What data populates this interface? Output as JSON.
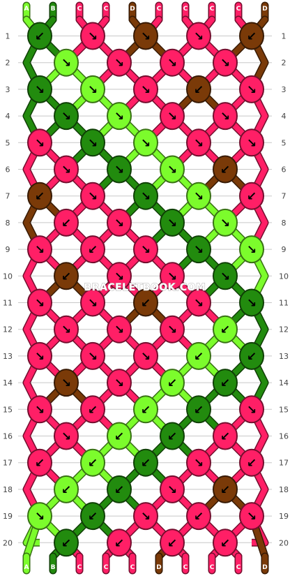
{
  "watermark": "BRACELETBOOK.COM",
  "colors": {
    "A": "#7cfc2c",
    "B": "#228b0e",
    "C": "#ff1f66",
    "D": "#7a3a08"
  },
  "strands": [
    "A",
    "B",
    "C",
    "C",
    "D",
    "C",
    "C",
    "C",
    "C",
    "D"
  ],
  "row_labels": [
    "1",
    "2",
    "3",
    "4",
    "5",
    "6",
    "7",
    "8",
    "9",
    "10",
    "11",
    "12",
    "13",
    "14",
    "15",
    "16",
    "17",
    "18",
    "19",
    "20"
  ],
  "knots": [
    [
      "B:↙",
      "C:↘",
      "D:↘",
      "C:↘",
      "D:↙"
    ],
    [
      "A:↘",
      "C:↘",
      "C:↘",
      "C:↘"
    ],
    [
      "B:↘",
      "A:↘",
      "C:↘",
      "D:↙",
      "C:↘"
    ],
    [
      "B:↘",
      "A:↘",
      "C:↘",
      "C:↘"
    ],
    [
      "C:↘",
      "B:↘",
      "A:↘",
      "C:↘",
      "C:↘"
    ],
    [
      "C:↘",
      "B:↘",
      "A:↘",
      "D:↙"
    ],
    [
      "D:↙",
      "C:↘",
      "B:↘",
      "A:↘",
      "C:↙"
    ],
    [
      "C:↙",
      "C:↘",
      "B:↘",
      "A:↘"
    ],
    [
      "C:↘",
      "C:↙",
      "C:↘",
      "B:↘",
      "A:↘"
    ],
    [
      "D:↙",
      "C:↘",
      "C:↘",
      "B:↘"
    ],
    [
      "C:↘",
      "C:↘",
      "D:↙",
      "C:↘",
      "B:↘"
    ],
    [
      "C:↘",
      "C:↘",
      "C:↘",
      "A:↙"
    ],
    [
      "C:↘",
      "C:↘",
      "C:↘",
      "A:↙",
      "B:↙"
    ],
    [
      "D:↘",
      "C:↘",
      "A:↙",
      "B:↙"
    ],
    [
      "C:↘",
      "C:↙",
      "A:↙",
      "B:↙",
      "C:↘"
    ],
    [
      "C:↘",
      "A:↙",
      "B:↙",
      "C:↙"
    ],
    [
      "C:↙",
      "A:↙",
      "B:↙",
      "C:↘",
      "C:↙"
    ],
    [
      "A:↙",
      "B:↙",
      "C:↘",
      "D:↙"
    ],
    [
      "A:↘",
      "B:↙",
      "C:↘",
      "C:↙",
      "C:↘"
    ],
    [
      "B:↙",
      "C:↙",
      "C:↙",
      "C:↙"
    ]
  ]
}
